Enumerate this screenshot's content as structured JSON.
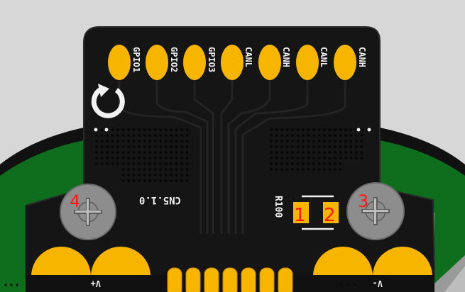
{
  "colors": {
    "board": "#151515",
    "board_edge": "#2a2a2a",
    "trace": "#222222",
    "pad": "#f7b500",
    "green_pcb": "#0f6e1e",
    "screw_head": "#8d8d8d",
    "silkscreen": "#f2f2f2",
    "designator": "#ff1a1a",
    "background": "#d7d7d7"
  },
  "top_connector": {
    "labels": [
      "GPIO1",
      "GPIO2",
      "GPIO3",
      "CANL",
      "CANH",
      "CANL",
      "CANH"
    ]
  },
  "board_labels": {
    "version": "CN5.1.0",
    "resistor": "R100",
    "power_plus": "V+",
    "power_minus": "V-"
  },
  "screws": {
    "left_number": "4",
    "right_number": "3"
  },
  "resistor_pads": {
    "pin1": "1",
    "pin2": "2"
  },
  "icons": {
    "power_symbol": "power-icon"
  }
}
